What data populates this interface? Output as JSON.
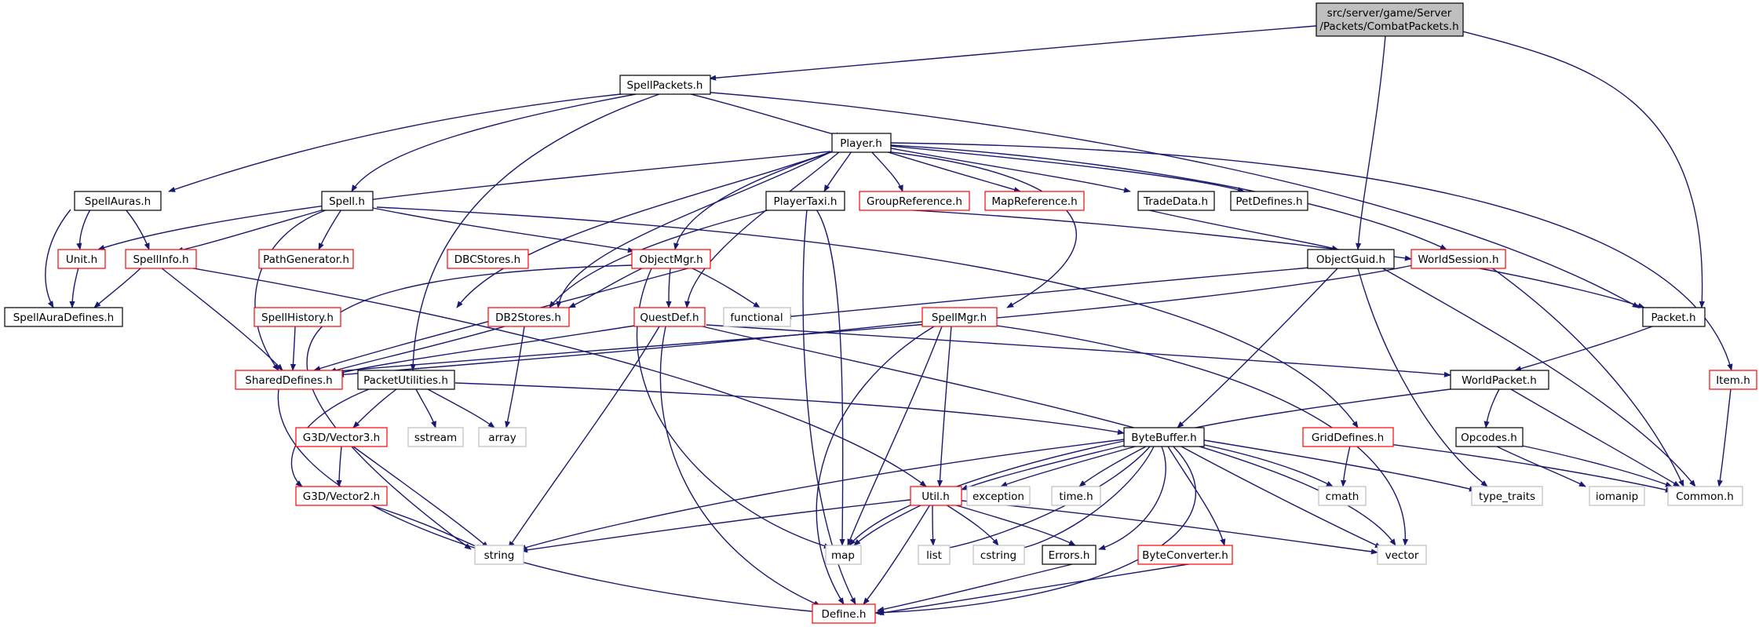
{
  "colors": {
    "edge": "#191970",
    "node_border_normal": "#000000",
    "node_border_truncated": "#ff0000",
    "node_border_external": "#bfbfbf",
    "root_fill": "#bfbfbf"
  },
  "nodes": {
    "root": {
      "label_1": "src/server/game/Server",
      "label_2": "/Packets/CombatPackets.h"
    },
    "SpellPackets": {
      "label": "SpellPackets.h"
    },
    "Player": {
      "label": "Player.h"
    },
    "SpellAuras": {
      "label": "SpellAuras.h"
    },
    "Spell": {
      "label": "Spell.h"
    },
    "PlayerTaxi": {
      "label": "PlayerTaxi.h"
    },
    "GroupReference": {
      "label": "GroupReference.h"
    },
    "MapReference": {
      "label": "MapReference.h"
    },
    "TradeData": {
      "label": "TradeData.h"
    },
    "PetDefines": {
      "label": "PetDefines.h"
    },
    "Unit": {
      "label": "Unit.h"
    },
    "SpellInfo": {
      "label": "SpellInfo.h"
    },
    "PathGenerator": {
      "label": "PathGenerator.h"
    },
    "DBCStores": {
      "label": "DBCStores.h"
    },
    "ObjectMgr": {
      "label": "ObjectMgr.h"
    },
    "ObjectGuid": {
      "label": "ObjectGuid.h"
    },
    "WorldSession": {
      "label": "WorldSession.h"
    },
    "SpellAuraDefines": {
      "label": "SpellAuraDefines.h"
    },
    "SpellHistory": {
      "label": "SpellHistory.h"
    },
    "DB2Stores": {
      "label": "DB2Stores.h"
    },
    "QuestDef": {
      "label": "QuestDef.h"
    },
    "functional": {
      "label": "functional"
    },
    "SpellMgr": {
      "label": "SpellMgr.h"
    },
    "Packet": {
      "label": "Packet.h"
    },
    "SharedDefines": {
      "label": "SharedDefines.h"
    },
    "PacketUtilities": {
      "label": "PacketUtilities.h"
    },
    "WorldPacket": {
      "label": "WorldPacket.h"
    },
    "Item": {
      "label": "Item.h"
    },
    "G3DVector3": {
      "label": "G3D/Vector3.h"
    },
    "sstream": {
      "label": "sstream"
    },
    "array": {
      "label": "array"
    },
    "ByteBuffer": {
      "label": "ByteBuffer.h"
    },
    "GridDefines": {
      "label": "GridDefines.h"
    },
    "Opcodes": {
      "label": "Opcodes.h"
    },
    "G3DVector2": {
      "label": "G3D/Vector2.h"
    },
    "Util": {
      "label": "Util.h"
    },
    "exception": {
      "label": "exception"
    },
    "timeh": {
      "label": "time.h"
    },
    "cmath": {
      "label": "cmath"
    },
    "type_traits": {
      "label": "type_traits"
    },
    "iomanip": {
      "label": "iomanip"
    },
    "Common": {
      "label": "Common.h"
    },
    "string": {
      "label": "string"
    },
    "map": {
      "label": "map"
    },
    "list": {
      "label": "list"
    },
    "cstring": {
      "label": "cstring"
    },
    "Errors": {
      "label": "Errors.h"
    },
    "ByteConverter": {
      "label": "ByteConverter.h"
    },
    "vector": {
      "label": "vector"
    },
    "Define": {
      "label": "Define.h"
    }
  }
}
